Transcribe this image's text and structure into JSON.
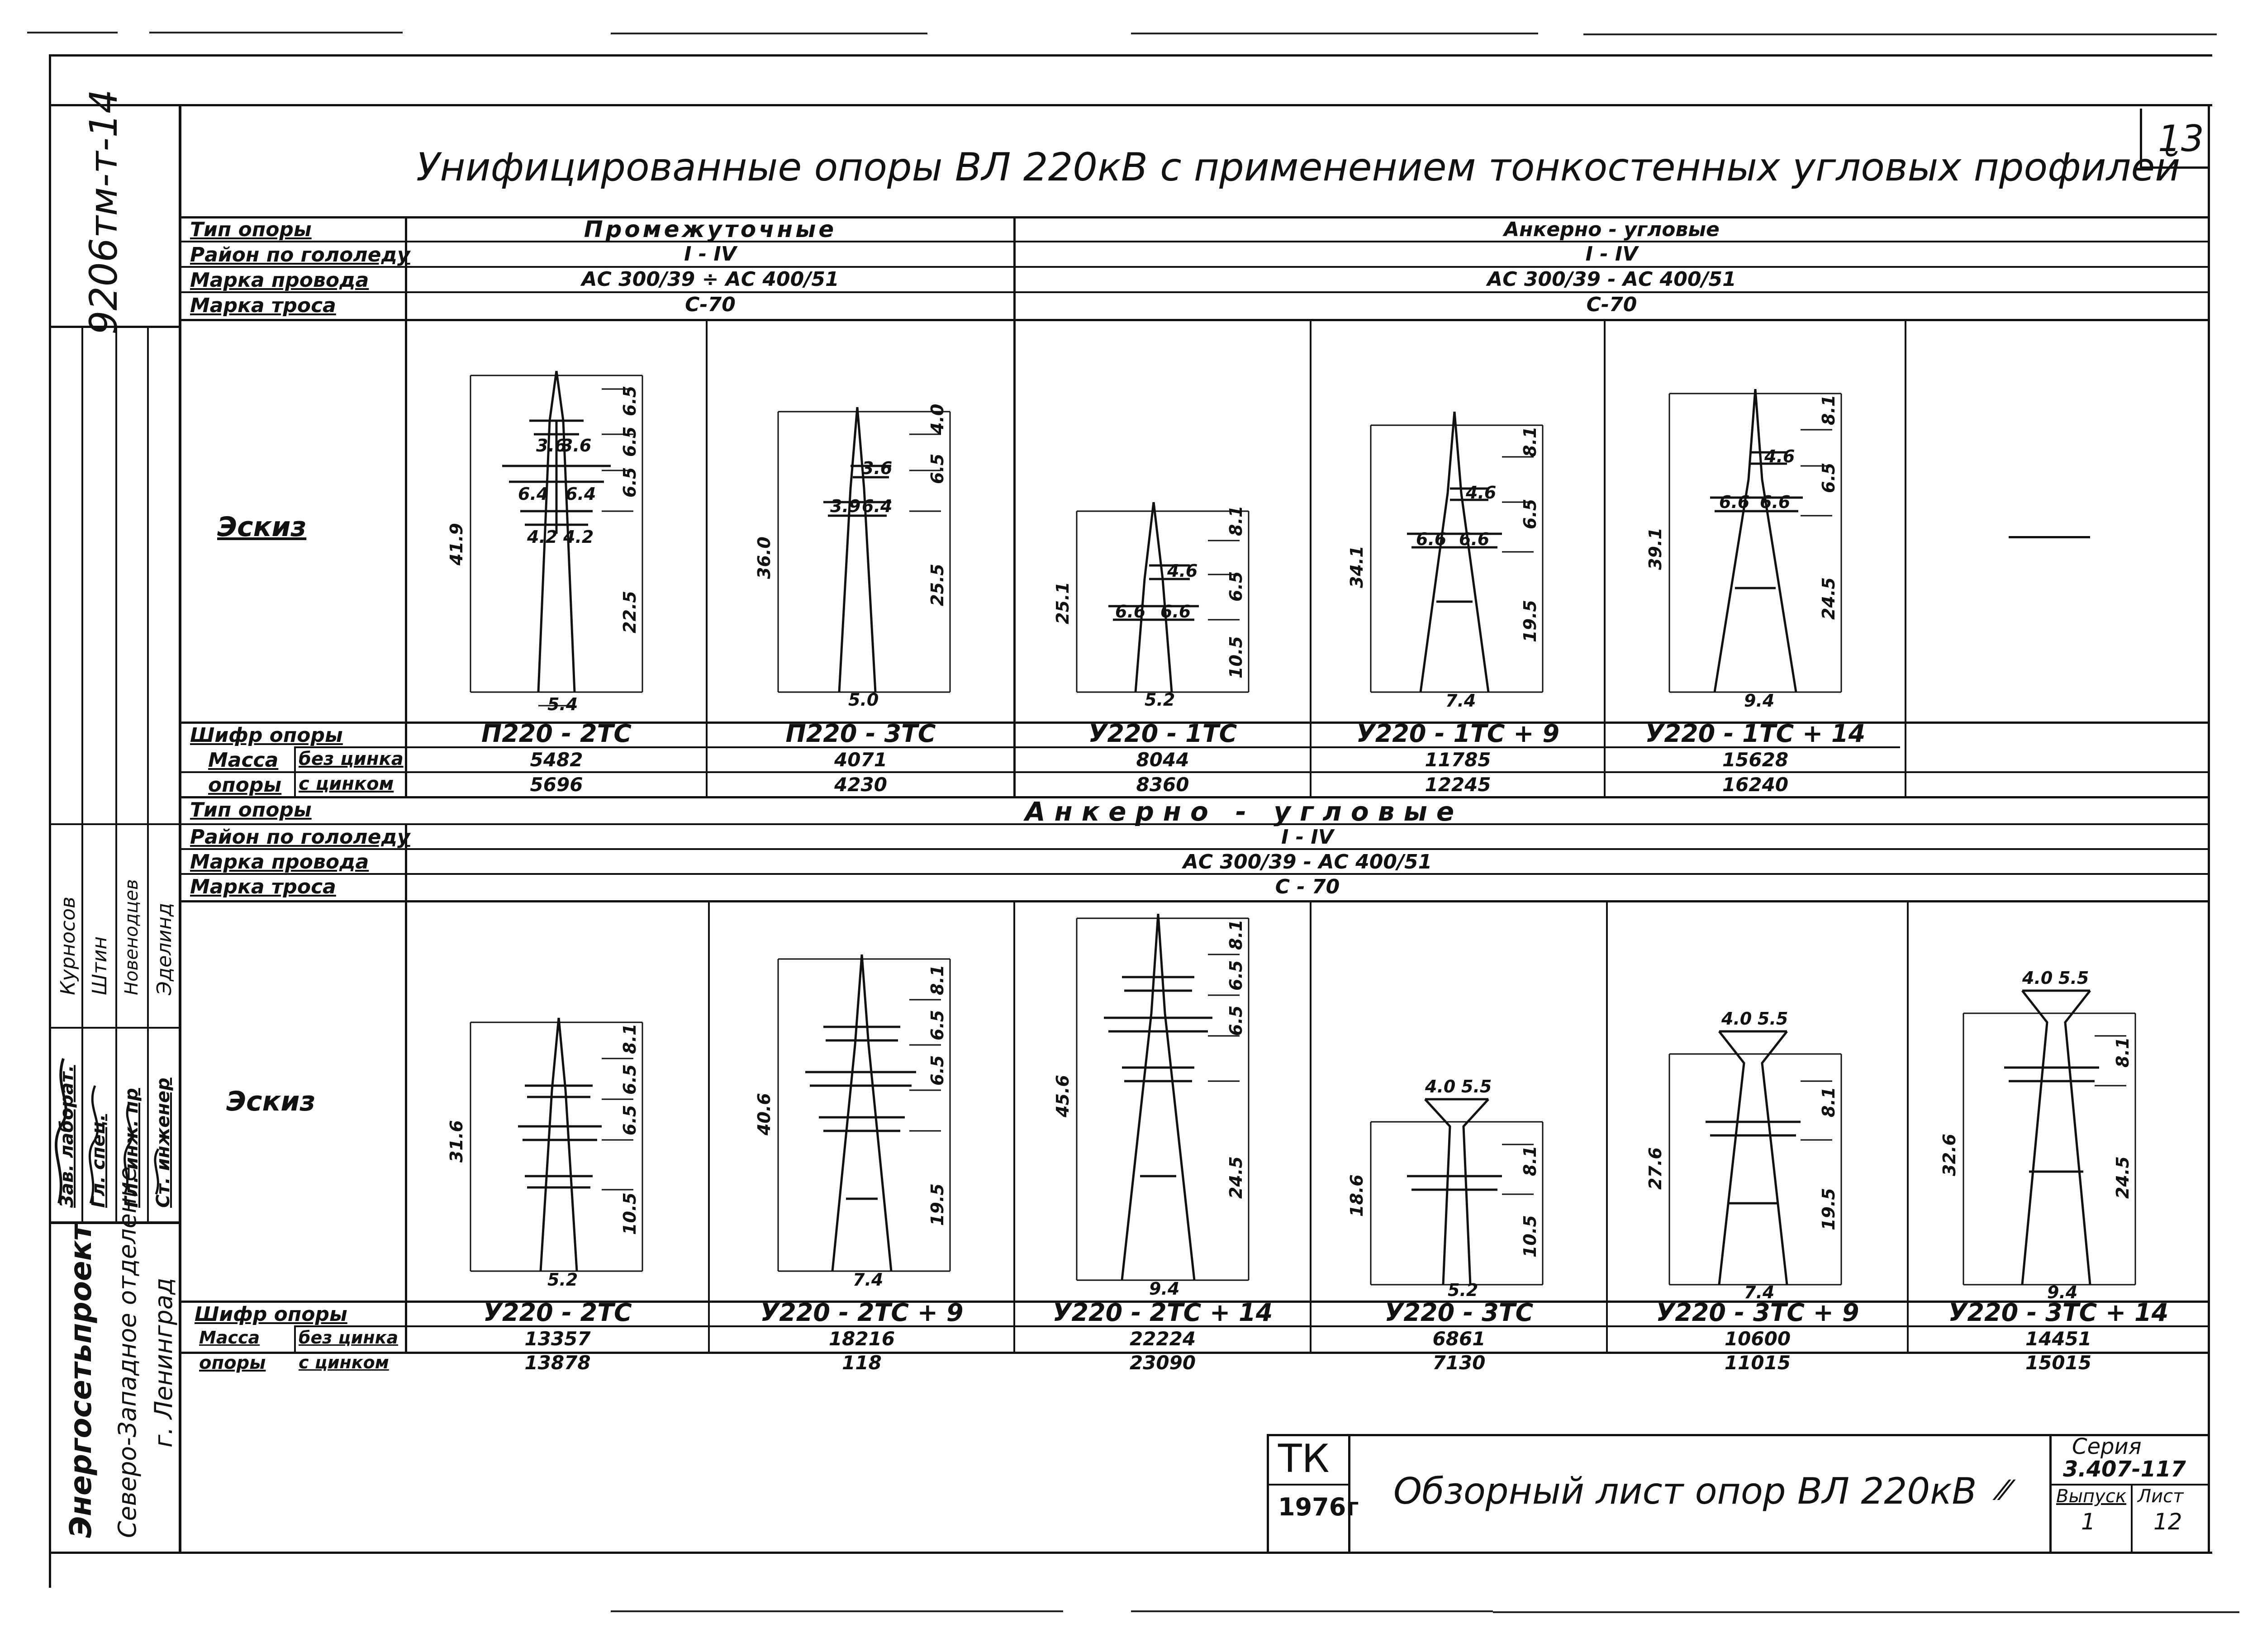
{
  "sheet_number": "13",
  "album_code": "9206тм-т-14",
  "title": "Унифицированные опоры ВЛ 220кВ с применением тонкостенных угловых профилей",
  "labels": {
    "type": "Тип опоры",
    "ice_region": "Район по гололеду",
    "wire": "Марка провода",
    "cable": "Марка троса",
    "sketch": "Эскиз",
    "code": "Шифр опоры",
    "mass1": "Масса",
    "mass2": "опоры",
    "no_zinc": "без цинка",
    "with_zinc": "с цинком"
  },
  "top_block": {
    "type_intermediate": "Промежуточные",
    "type_anchor": "Анкерно - угловые",
    "region_left": "I - IV",
    "region_right": "I - IV",
    "wire_left": "АС 300/39 ÷ АС 400/51",
    "wire_right": "АС 300/39 - АС 400/51",
    "cable_left": "С-70",
    "cable_right": "С-70",
    "towers": [
      {
        "code": "П220 - 2ТС",
        "no_zinc": "5482",
        "with_zinc": "5696",
        "height": "41.9",
        "dims": [
          "6.5",
          "6.5",
          "6.5",
          "22.5"
        ],
        "widths": [
          "3.6",
          "3.6",
          "6.4",
          "6.4",
          "4.2",
          "4.2"
        ],
        "base": "5.4"
      },
      {
        "code": "П220 - 3ТС",
        "no_zinc": "4071",
        "with_zinc": "4230",
        "height": "36.0",
        "dims": [
          "4.0",
          "6.5",
          "25.5"
        ],
        "widths": [
          "3.6",
          "3.9",
          "6.4"
        ],
        "base": "5.0"
      },
      {
        "code": "У220 - 1ТС",
        "no_zinc": "8044",
        "with_zinc": "8360",
        "height": "25.1",
        "dims": [
          "8.1",
          "6.5",
          "10.5"
        ],
        "widths": [
          "4.6",
          "6.6",
          "6.6"
        ],
        "base": "5.2"
      },
      {
        "code": "У220 - 1ТС + 9",
        "no_zinc": "11785",
        "with_zinc": "12245",
        "height": "34.1",
        "dims": [
          "8.1",
          "6.5",
          "19.5"
        ],
        "widths": [
          "4.6",
          "6.6",
          "6.6"
        ],
        "base": "7.4"
      },
      {
        "code": "У220 - 1ТС + 14",
        "no_zinc": "15628",
        "with_zinc": "16240",
        "height": "39.1",
        "dims": [
          "8.1",
          "6.5",
          "24.5"
        ],
        "widths": [
          "4.6",
          "6.6",
          "6.6"
        ],
        "base": "9.4"
      }
    ]
  },
  "bottom_block": {
    "type_anchor": "Анкерно - угловые",
    "region": "I - IV",
    "wire": "АС 300/39 - АС 400/51",
    "cable": "С - 70",
    "towers": [
      {
        "code": "У220 - 2ТС",
        "no_zinc": "13357",
        "with_zinc": "13878",
        "height": "31.6",
        "dims": [
          "8.1",
          "6.5",
          "6.5",
          "10.5"
        ],
        "base": "5.2"
      },
      {
        "code": "У220 - 2ТС + 9",
        "no_zinc": "18216",
        "with_zinc": "118",
        "height": "40.6",
        "dims": [
          "8.1",
          "6.5",
          "6.5",
          "19.5"
        ],
        "base": "7.4"
      },
      {
        "code": "У220 - 2ТС + 14",
        "no_zinc": "22224",
        "with_zinc": "23090",
        "height": "45.6",
        "dims": [
          "8.1",
          "6.5",
          "6.5",
          "24.5"
        ],
        "base": "9.4"
      },
      {
        "code": "У220 - 3ТС",
        "no_zinc": "6861",
        "with_zinc": "7130",
        "height": "18.6",
        "dims": [
          "8.1",
          "10.5"
        ],
        "top": [
          "4.0",
          "5.5"
        ],
        "base": "5.2"
      },
      {
        "code": "У220 - 3ТС + 9",
        "no_zinc": "10600",
        "with_zinc": "11015",
        "height": "27.6",
        "dims": [
          "8.1",
          "19.5"
        ],
        "top": [
          "4.0",
          "5.5"
        ],
        "base": "7.4"
      },
      {
        "code": "У220 - 3ТС + 14",
        "no_zinc": "14451",
        "with_zinc": "15015",
        "height": "32.6",
        "dims": [
          "8.1",
          "24.5"
        ],
        "top": [
          "4.0",
          "5.5"
        ],
        "base": "9.4"
      }
    ]
  },
  "approvals": {
    "roles": [
      "Зав. лаборат.",
      "Гл. спец.",
      "Гл. инж. пр",
      "Ст. инженер"
    ],
    "names": [
      "Курносов",
      "Штин",
      "Новенодцев",
      "Эделинд"
    ]
  },
  "organization": [
    "Энергосетьпроект",
    "Северо-Западное отделение",
    "г. Ленинград"
  ],
  "stamp": {
    "org": "ТК",
    "year": "1976г",
    "sheet_title": "Обзорный лист опор ВЛ 220кВ",
    "series_label": "Серия",
    "series": "3.407-117",
    "issue_label": "Выпуск",
    "issue": "1",
    "sheet_label": "Лист",
    "sheet": "12"
  }
}
